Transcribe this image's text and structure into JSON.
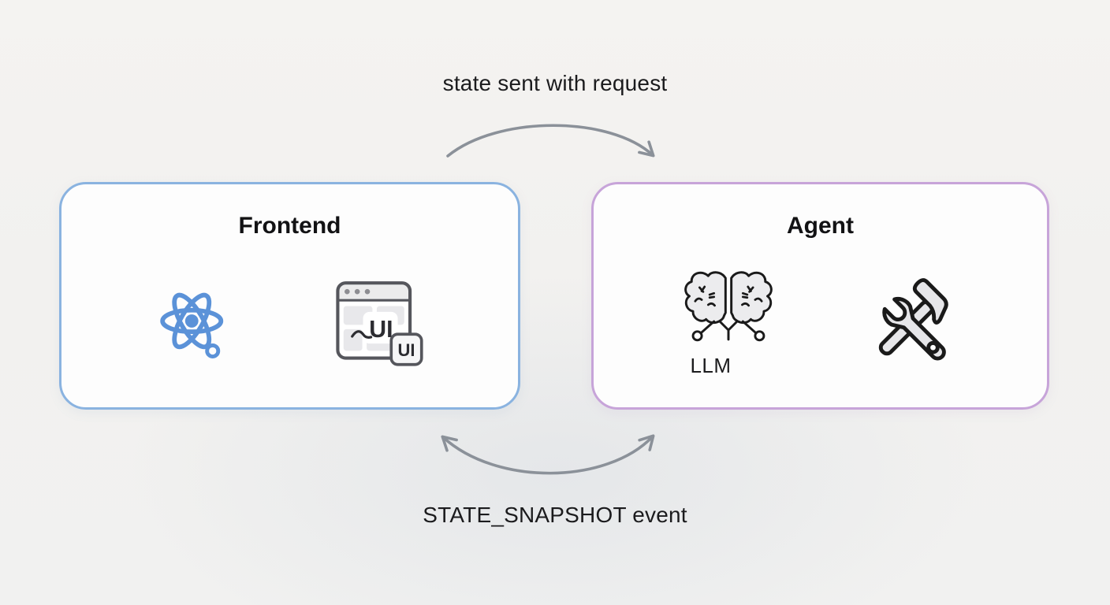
{
  "diagram": {
    "top_flow_label": "state sent with request",
    "bottom_flow_label": "STATE_SNAPSHOT event",
    "frontend": {
      "title": "Frontend",
      "browser_ui_text": "UI",
      "browser_badge_text": "UI"
    },
    "agent": {
      "title": "Agent",
      "llm_label": "LLM"
    }
  },
  "colors": {
    "canvas_bg": "#f2f1ef",
    "frontend_border": "#8ab3e0",
    "agent_border": "#c7a4d9",
    "arrow_gray": "#8b9199",
    "react_blue": "#5b92d8",
    "icon_outline": "#1a1a1a",
    "icon_fill_gray": "#e6e6e9",
    "browser_stroke": "#55565c",
    "text_black": "#141414"
  }
}
